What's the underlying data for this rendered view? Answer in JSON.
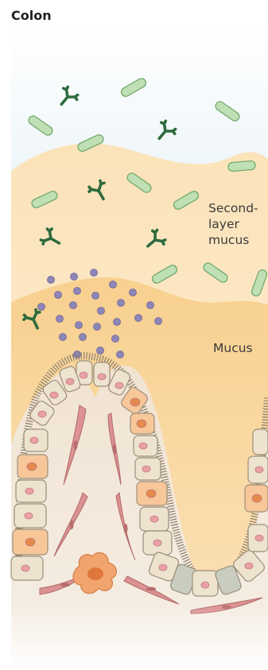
{
  "figure": {
    "title": "Colon"
  },
  "labels": {
    "second_layer": [
      "Second-",
      "layer",
      "mucus"
    ],
    "mucus": "Mucus"
  },
  "colors": {
    "lumen": "#d7eaf3",
    "second_layer_mucus": "#fbe8c6",
    "inner_mucus": "#f8d597",
    "lamina": "#f2e4d3",
    "bacteria": "#b9ddb0",
    "antibody": "#2e6b3e",
    "antimicrobial_dot": "#8f86b8",
    "epithelial_cell": "#ede3cf",
    "goblet_cell": "#f7c79a",
    "nucleus": "#e9a0a6",
    "muscle_cell": "#d98e8e",
    "immune_cell": "#f0a06a"
  }
}
